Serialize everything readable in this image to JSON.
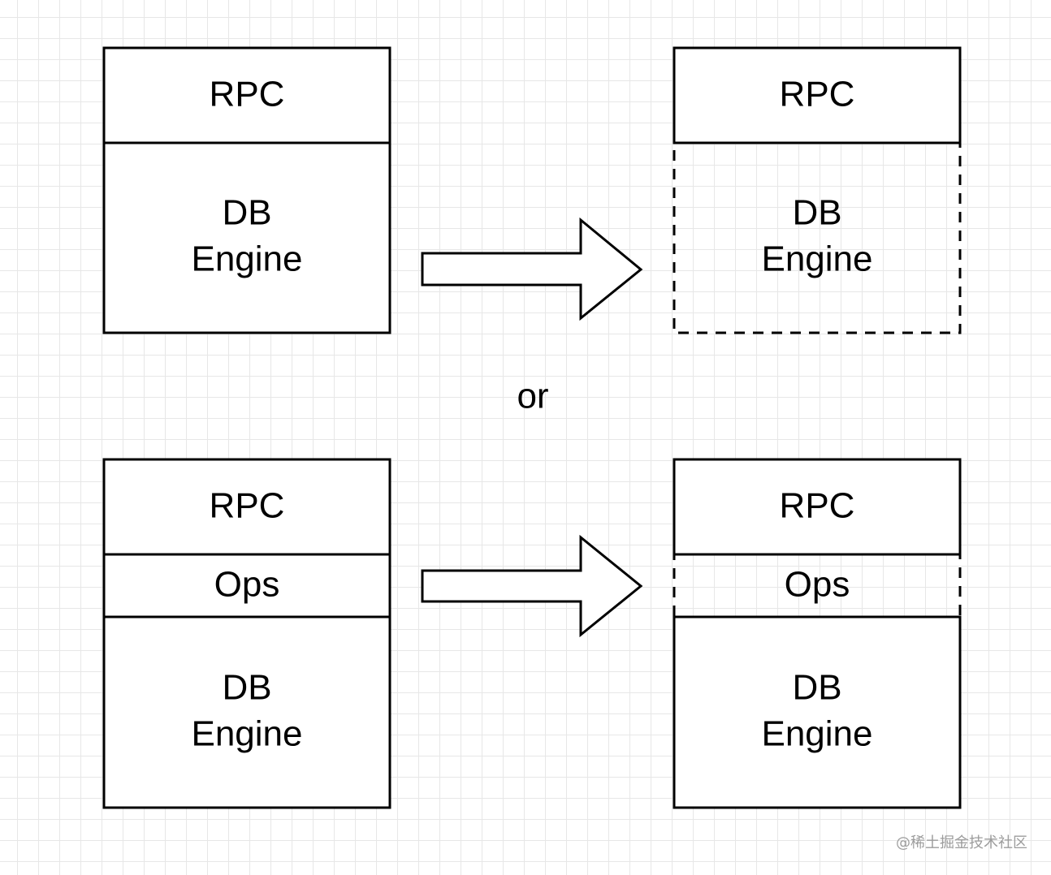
{
  "diagram": {
    "labels": {
      "rpc": "RPC",
      "db": "DB",
      "engine": "Engine",
      "ops": "Ops",
      "or": "or"
    },
    "watermark": "@稀土掘金技术社区"
  }
}
